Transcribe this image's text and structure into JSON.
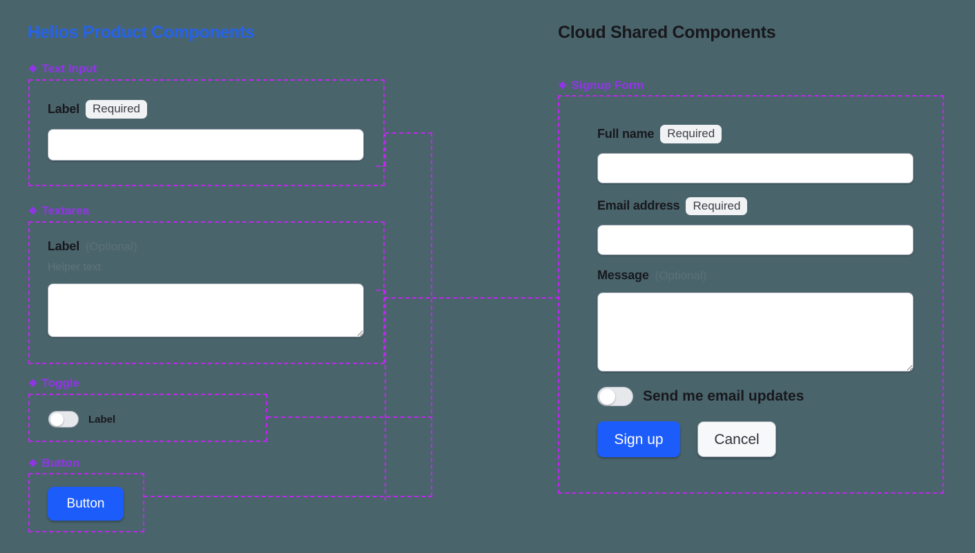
{
  "theme": {
    "background": "#4a646c",
    "frame_border": "#c026f0",
    "caption_color": "#9333ea",
    "left_title_color": "#2563eb",
    "right_title_color": "#17181c",
    "primary_button": "#1c5cfb"
  },
  "columns": {
    "left": {
      "title": "Helios Product Components",
      "components": [
        {
          "caption": "Text Input",
          "icon": "diamond-icon",
          "label": "Label",
          "badge": "Required"
        },
        {
          "caption": "Textarea",
          "icon": "diamond-icon",
          "label": "Label",
          "badge": "(Optional)",
          "helper": "Helper text"
        },
        {
          "caption": "Toggle",
          "icon": "diamond-icon",
          "label": "Label"
        },
        {
          "caption": "Button",
          "icon": "diamond-icon",
          "label": "Button"
        }
      ]
    },
    "right": {
      "title": "Cloud Shared Components",
      "form": {
        "caption": "Signup Form",
        "icon": "diamond-icon",
        "fields": [
          {
            "label": "Full name",
            "badge": "Required",
            "type": "input"
          },
          {
            "label": "Email address",
            "badge": "Required",
            "type": "input"
          },
          {
            "label": "Message",
            "badge": "(Optional)",
            "type": "textarea"
          }
        ],
        "toggle_label": "Send me email updates",
        "submit_label": "Sign up",
        "cancel_label": "Cancel"
      }
    }
  }
}
